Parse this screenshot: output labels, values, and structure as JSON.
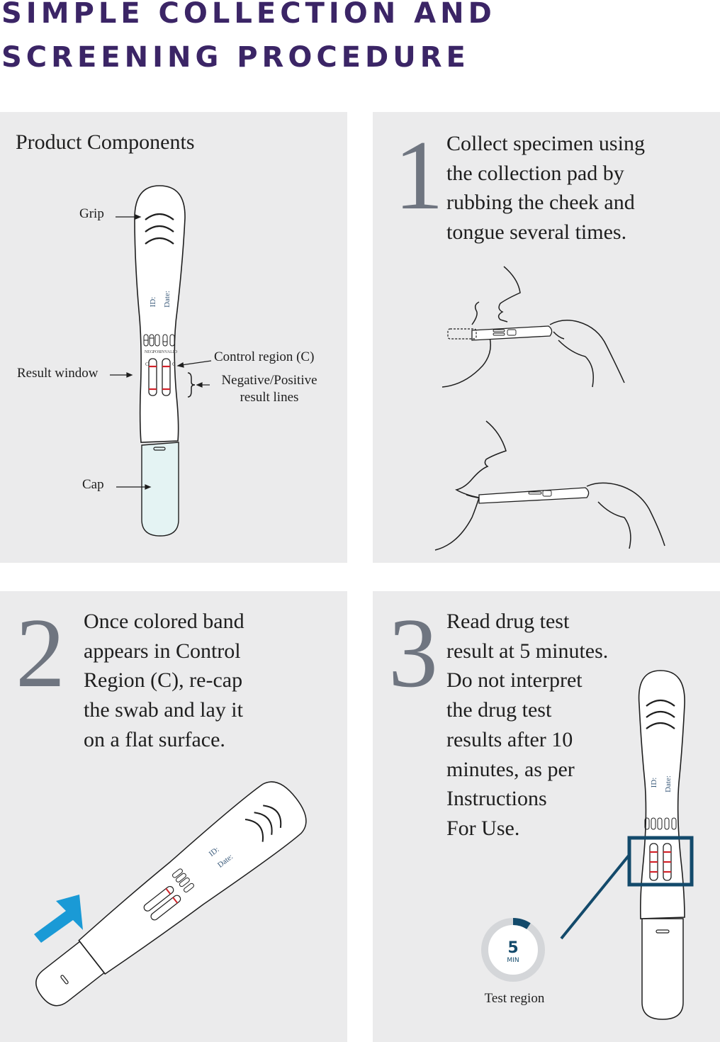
{
  "title_line1": "SIMPLE COLLECTION AND",
  "title_line2": "SCREENING PROCEDURE",
  "components": {
    "heading": "Product Components",
    "grip": "Grip",
    "result_window": "Result window",
    "control_region": "Control region (C)",
    "neg_pos_line1": "Negative/Positive",
    "neg_pos_line2": "result lines",
    "cap": "Cap",
    "device_id": "ID:",
    "device_date": "Date:",
    "legend_neg": "NEG",
    "legend_pos": "POS",
    "legend_invalid": "INVALID",
    "c_mark": "C",
    "t_mark": "T"
  },
  "step1": {
    "number": "1",
    "text": "Collect specimen using\nthe collection pad by\nrubbing the cheek and\ntongue several times."
  },
  "step2": {
    "number": "2",
    "text": "Once colored band\nappears in Control\nRegion (C), re-cap\nthe swab and lay it\non a flat surface."
  },
  "step3": {
    "number": "3",
    "text": "Read drug test\nresult at 5 minutes.\nDo not interpret\nthe drug test\nresults after 10\nminutes, as per\nInstructions\nFor Use.",
    "timer_value": "5",
    "timer_unit": "MIN",
    "timer_label": "Test region"
  },
  "colors": {
    "title": "#3b2566",
    "panel": "#ebebec",
    "number": "#6f7580",
    "accent_blue": "#1a9ad6",
    "highlight_navy": "#134a6b",
    "result_red": "#d2232a",
    "cap_fill": "#e4f3f3"
  },
  "icons": [
    "blue-arrow-icon",
    "timer-ring-icon",
    "grip-chevrons-icon"
  ]
}
